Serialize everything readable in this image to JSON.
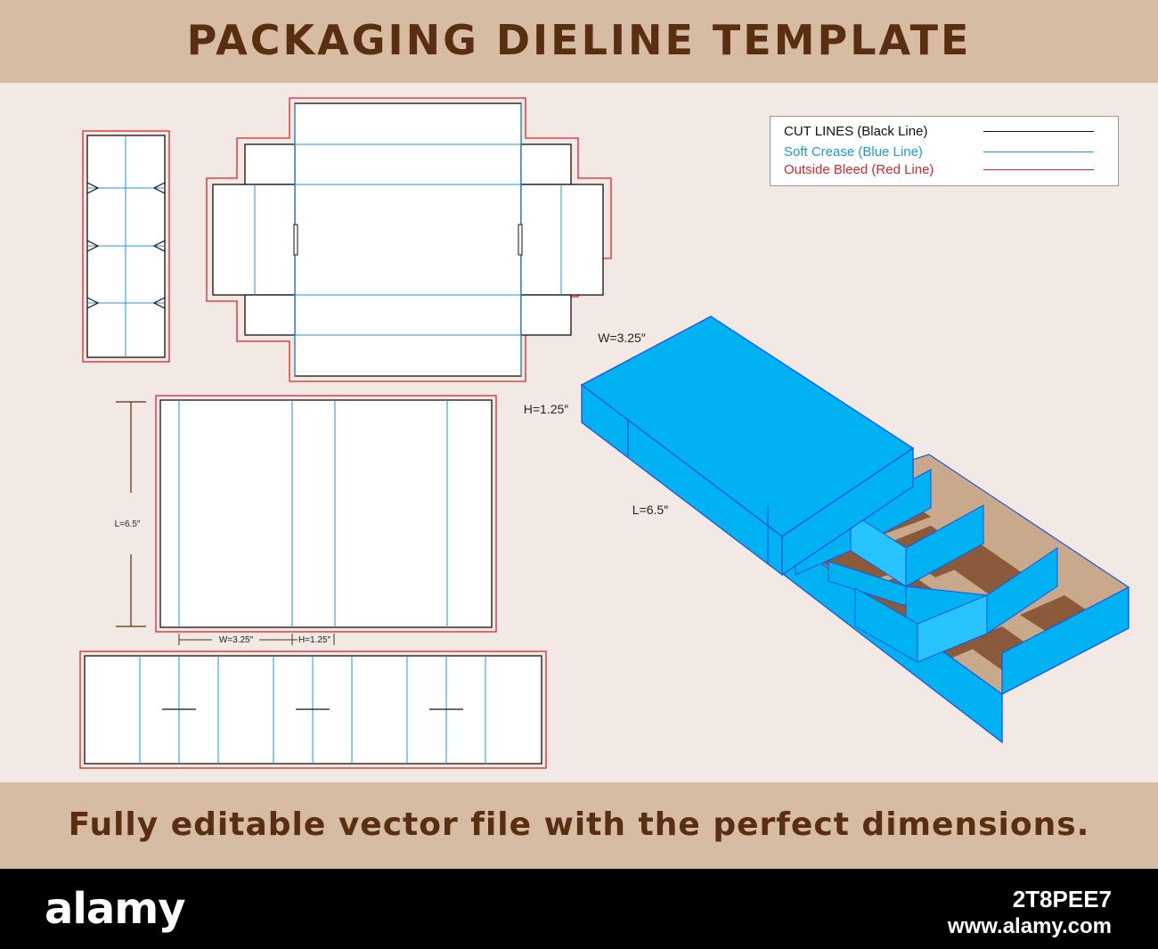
{
  "header": {
    "title": "PACKAGING DIELINE TEMPLATE"
  },
  "legend": {
    "items": [
      {
        "label": "CUT LINES (Black Line)",
        "color": "#111111"
      },
      {
        "label": "Soft Crease (Blue Line)",
        "color": "#1a9ad6"
      },
      {
        "label": "Outside Bleed (Red Line)",
        "color": "#d9262b"
      }
    ]
  },
  "dimensions": {
    "length": "L=6.5″",
    "width": "W=3.25″",
    "height": "H=1.25″"
  },
  "box3d": {
    "width_label": "W=3.25″",
    "height_label": "H=1.25″",
    "length_label": "L=6.5″"
  },
  "colors": {
    "header_band": "#d5bca2",
    "canvas": "#f3e9e4",
    "title_text": "#5a2e10",
    "box_blue": "#00b2f2",
    "box_edge": "#1a53e6",
    "tray_brown": "#8a5a3a",
    "tray_tan": "#c9a98c"
  },
  "footer": {
    "tagline": "Fully editable vector file with the perfect dimensions."
  },
  "watermark": {
    "brand": "alamy",
    "image_id": "2T8PEE7",
    "domain": "www.alamy.com"
  }
}
